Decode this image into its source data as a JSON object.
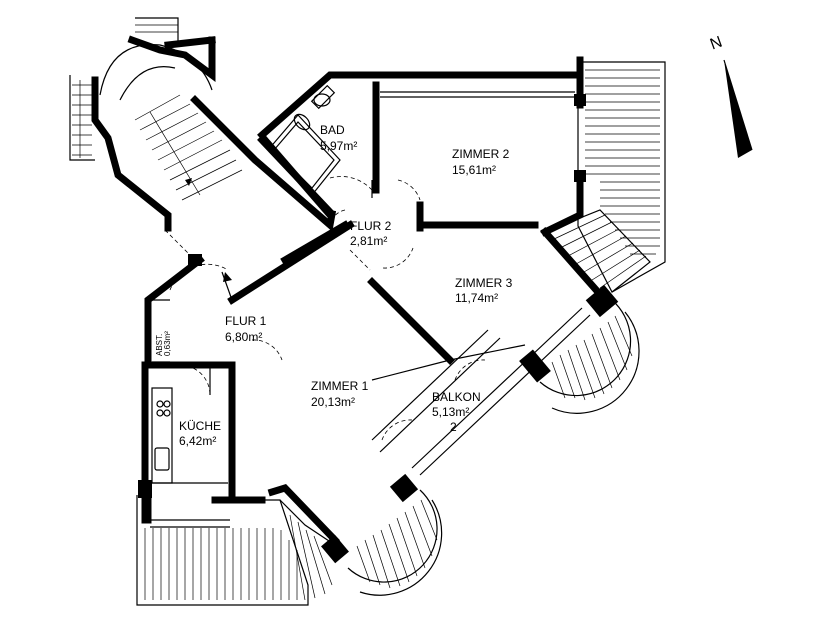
{
  "rooms": {
    "bad": {
      "name": "BAD",
      "area": "5,97m²"
    },
    "zimmer2": {
      "name": "ZIMMER 2",
      "area": "15,61m²"
    },
    "flur2": {
      "name": "FLUR 2",
      "area": "2,81m²"
    },
    "zimmer3": {
      "name": "ZIMMER 3",
      "area": "11,74m²"
    },
    "flur1": {
      "name": "FLUR 1",
      "area": "6,80m²"
    },
    "zimmer1": {
      "name": "ZIMMER 1",
      "area": "20,13m²"
    },
    "balkon": {
      "name": "BALKON",
      "area": "5,13m²",
      "count": "2"
    },
    "kueche": {
      "name": "KÜCHE",
      "area": "6,42m²"
    },
    "abst": {
      "name": "ABST.",
      "area": "0,63m²"
    }
  },
  "north": {
    "label": "N"
  }
}
